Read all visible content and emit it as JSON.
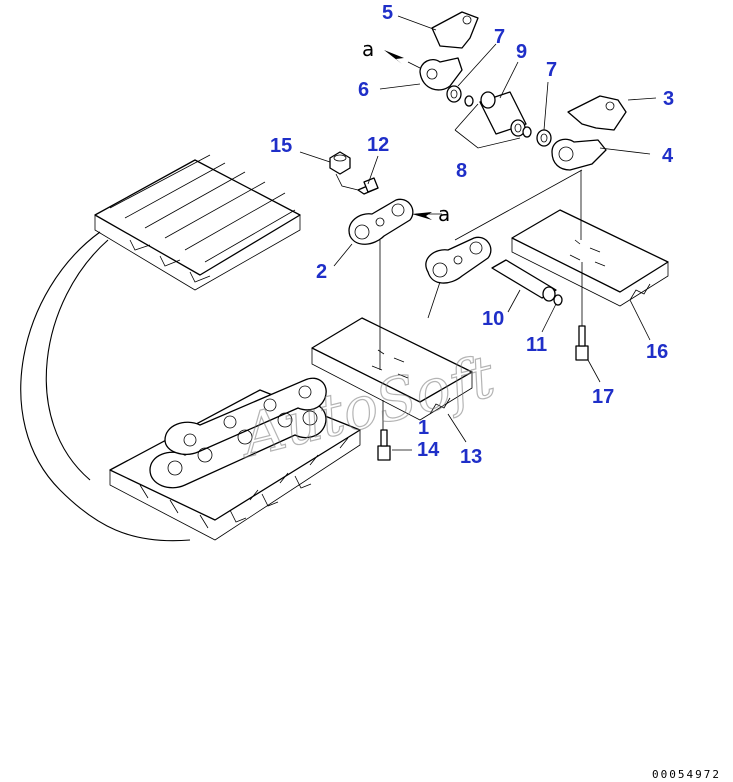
{
  "callouts": {
    "c1": "1",
    "c2": "2",
    "c3": "3",
    "c4": "4",
    "c5": "5",
    "c6": "6",
    "c7a": "7",
    "c7b": "7",
    "c8": "8",
    "c9": "9",
    "c10": "10",
    "c11": "11",
    "c12": "12",
    "c13": "13",
    "c14": "14",
    "c15": "15",
    "c16": "16",
    "c17": "17"
  },
  "reference_letters": {
    "top": "a",
    "middle": "a"
  },
  "watermark": "AutoSoft",
  "drawing_number": "00054972",
  "colors": {
    "callout": "#1f2fc8",
    "linework": "#000000",
    "background": "#ffffff"
  }
}
